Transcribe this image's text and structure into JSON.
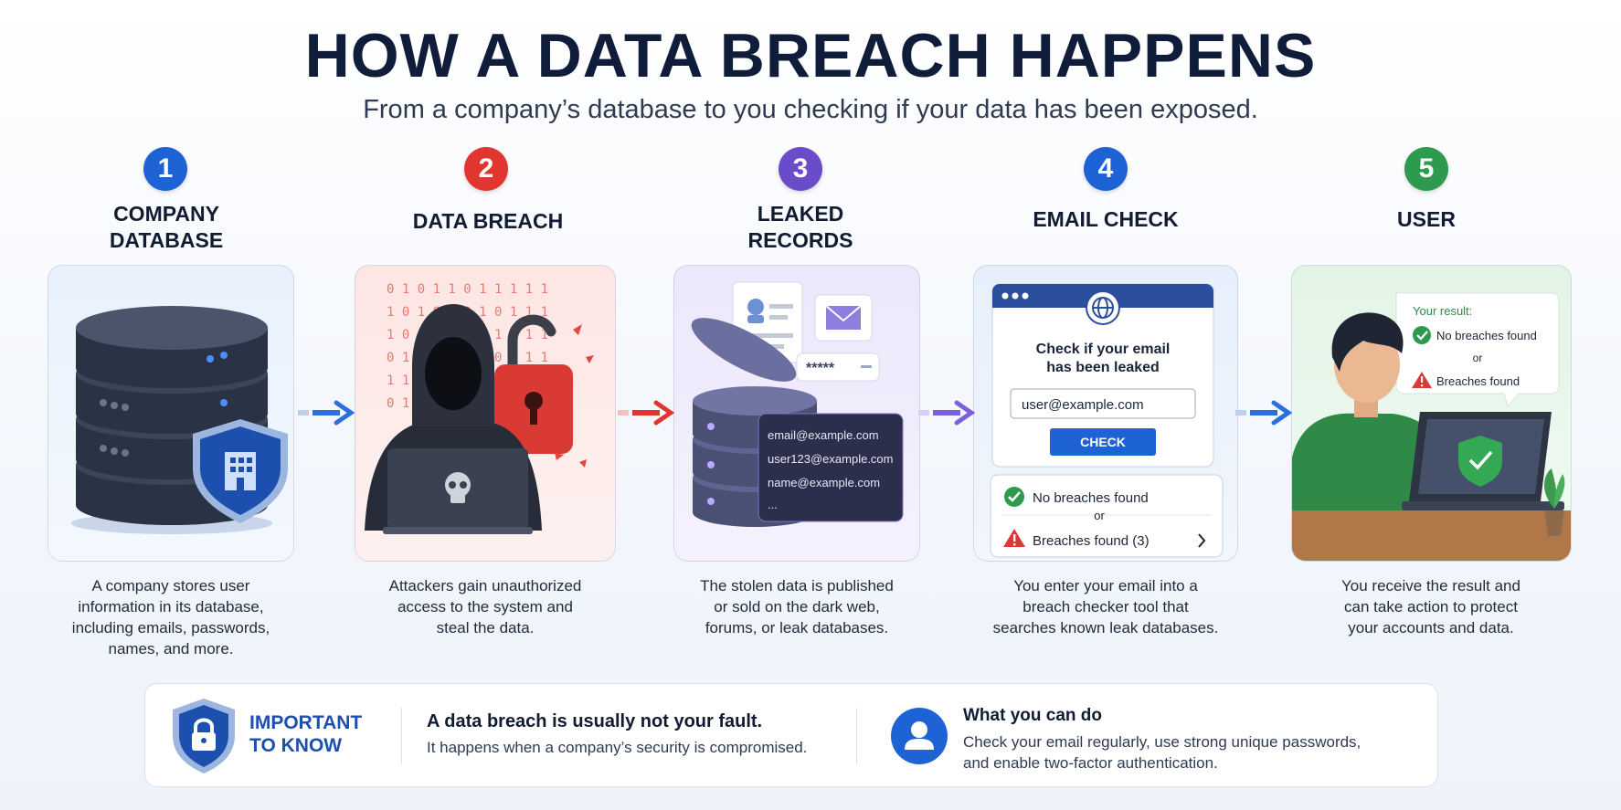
{
  "title": "HOW A DATA BREACH HAPPENS",
  "subtitle": "From a company’s database to you checking if your data has been exposed.",
  "colors": {
    "step1": "#1e63d6",
    "step2": "#e0362f",
    "step3": "#6a4ccb",
    "step4": "#1e63d6",
    "step5": "#2e9a4d"
  },
  "steps": [
    {
      "number": "1",
      "title_line1": "COMPANY",
      "title_line2": "DATABASE",
      "desc": [
        "A company stores user",
        "information in its database,",
        "including emails, passwords,",
        "names, and more."
      ]
    },
    {
      "number": "2",
      "title_line1": "DATA BREACH",
      "title_line2": "",
      "desc": [
        "Attackers gain unauthorized",
        "access to the system and",
        "steal the data."
      ]
    },
    {
      "number": "3",
      "title_line1": "LEAKED",
      "title_line2": "RECORDS",
      "desc": [
        "The stolen data is published",
        "or sold on the dark web,",
        "forums, or leak databases."
      ]
    },
    {
      "number": "4",
      "title_line1": "EMAIL CHECK",
      "title_line2": "",
      "desc": [
        "You enter your email into a",
        "breach checker tool that",
        "searches known leak databases."
      ]
    },
    {
      "number": "5",
      "title_line1": "USER",
      "title_line2": "",
      "desc": [
        "You receive the result and",
        "can take action to protect",
        "your accounts and data."
      ]
    }
  ],
  "binary_rows": [
    "0 1 0 1 1 0 1 1 1 1 1",
    "1 0 1 0 1 0 1 0 1 1 1",
    "1 0 1 1 0 1 0 1 1 1 1",
    "0 1 0 1 1 0 1 0 1 1 1",
    "1 1 0 1 1 0 1 1 0 1",
    "0 1 1 0 1 0"
  ],
  "leaked": {
    "password_mask": "*****",
    "emails": [
      "email@example.com",
      "user123@example.com",
      "name@example.com",
      "..."
    ]
  },
  "checker": {
    "heading_line1": "Check if your email",
    "heading_line2": "has been leaked",
    "input_value": "user@example.com",
    "button_label": "CHECK",
    "result_ok": "No breaches found",
    "or": "or",
    "result_bad": "Breaches found (3)"
  },
  "user_result": {
    "heading": "Your result:",
    "ok": "No breaches found",
    "or": "or",
    "bad": "Breaches found"
  },
  "important": {
    "label_line1": "IMPORTANT",
    "label_line2": "TO KNOW",
    "headline": "A data breach is usually not your fault.",
    "detail": "It happens when a company’s security is compromised."
  },
  "advice": {
    "headline": "What you can do",
    "line1": "Check your email regularly, use strong unique passwords,",
    "line2": "and enable two-factor authentication."
  }
}
